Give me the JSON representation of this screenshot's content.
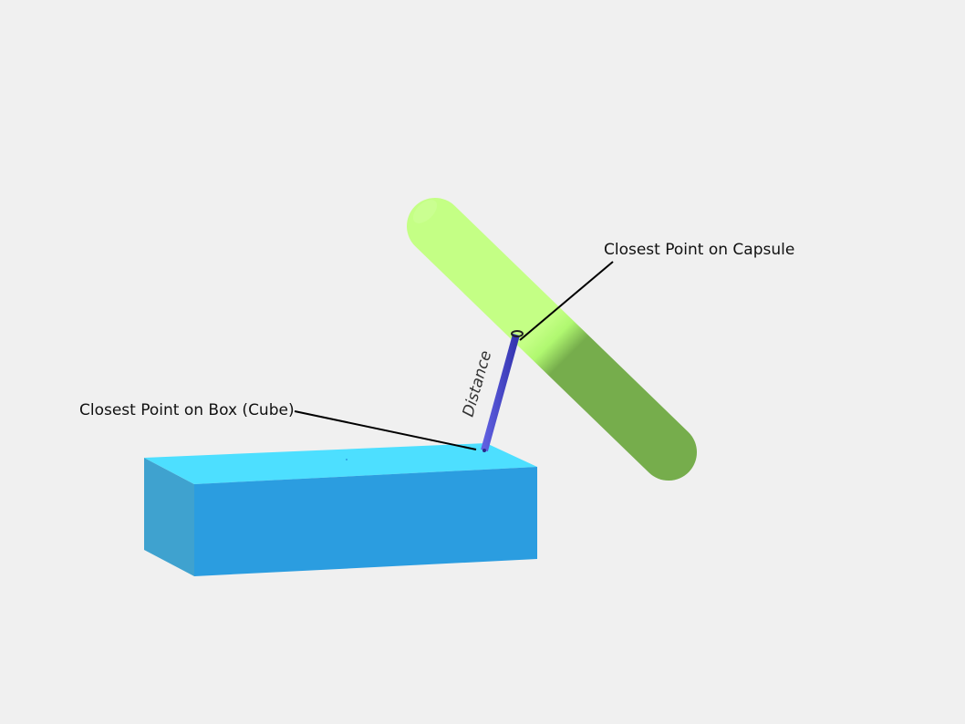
{
  "labels": {
    "capsule_point": "Closest Point on Capsule",
    "box_point": "Closest Point on Box (Cube)",
    "distance": "Distance"
  },
  "colors": {
    "background": "#f0f0f0",
    "box_top": "#4ddfff",
    "box_front": "#2b9de0",
    "box_side": "#3fa2cf",
    "capsule_light": "#b4ff72",
    "capsule_dark": "#74a94a",
    "distance_bar": "#4646c8",
    "leader_line": "#000000"
  }
}
